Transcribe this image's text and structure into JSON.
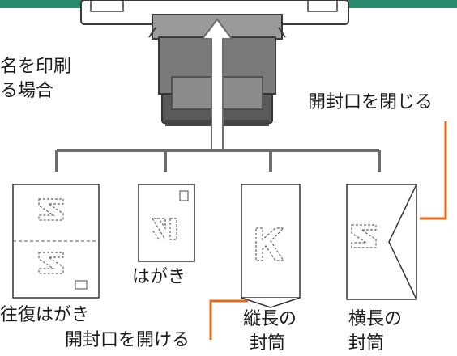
{
  "colors": {
    "accent": "#2a8a6e",
    "callout": "#e06a1a",
    "line": "#6d6d6d",
    "printer": "#3a3a3a"
  },
  "icons": {
    "arrow": "arrow-up-icon",
    "paper_glyph": "k-glyph-icon"
  },
  "labels": {
    "print_name_line1": "名を印刷",
    "print_name_line2": "る場合",
    "close_flap": "開封口を閉じる",
    "open_flap": "開封口を開ける",
    "postcard": "はがき",
    "return_postcard": "往復はがき",
    "vertical_envelope_line1": "縦長の",
    "vertical_envelope_line2": "封筒",
    "horizontal_envelope_line1": "横長の",
    "horizontal_envelope_line2": "封筒"
  }
}
